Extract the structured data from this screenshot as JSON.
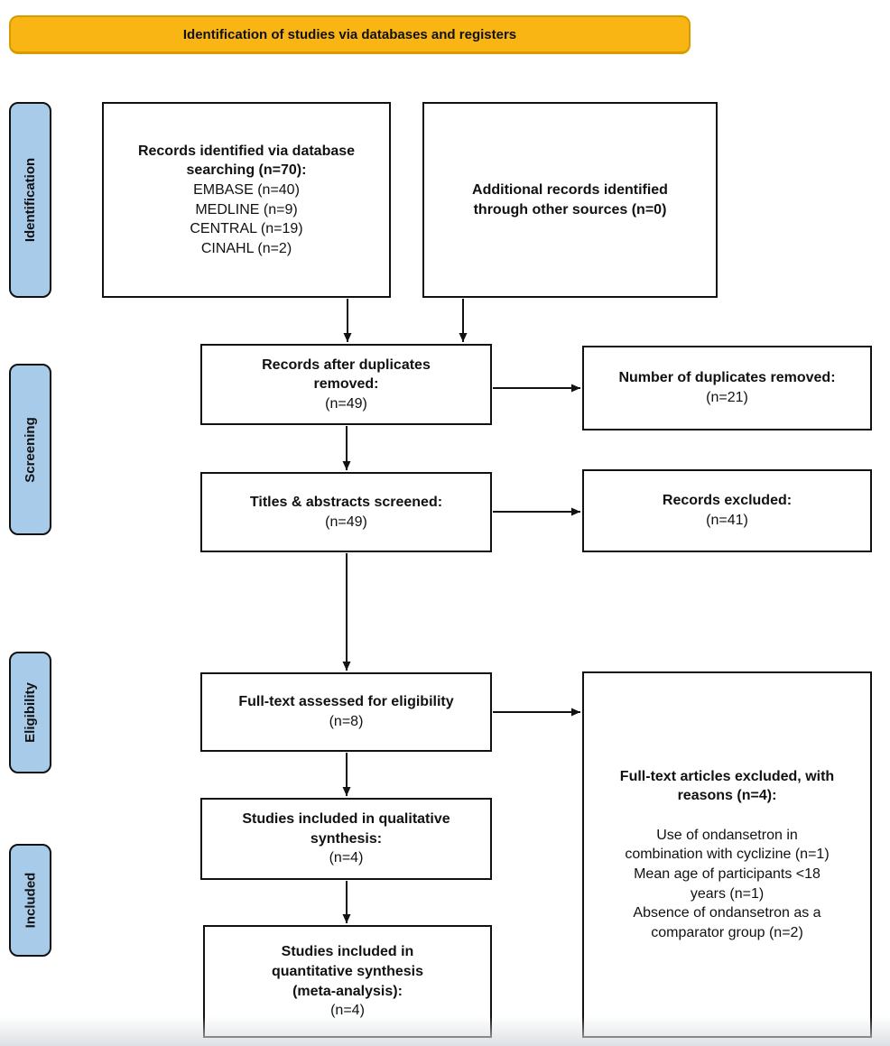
{
  "banner": {
    "label": "Identification of studies via databases and registers"
  },
  "colors": {
    "banner_bg": "#F9B513",
    "banner_border": "#D79B00",
    "stage_bg": "#A9CBEA",
    "box_border": "#111111"
  },
  "stages": [
    {
      "id": "identification",
      "label": "Identification"
    },
    {
      "id": "screening",
      "label": "Screening"
    },
    {
      "id": "eligibility",
      "label": "Eligibility"
    },
    {
      "id": "included",
      "label": "Included"
    }
  ],
  "boxes": {
    "records_identified": {
      "title": "Records identified via database\nsearching (n=70):",
      "items": [
        "EMBASE (n=40)",
        "MEDLINE (n=9)",
        "CENTRAL (n=19)",
        "CINAHL (n=2)"
      ]
    },
    "other_sources": {
      "title": "Additional records identified\nthrough other sources (n=0)"
    },
    "after_duplicates": {
      "title": "Records after duplicates\nremoved:",
      "count": "(n=49)"
    },
    "duplicates_removed": {
      "title": "Number of duplicates removed:",
      "count": "(n=21)"
    },
    "titles_screened": {
      "title": "Titles & abstracts screened:",
      "count": "(n=49)"
    },
    "records_excluded": {
      "title": "Records excluded:",
      "count": "(n=41)"
    },
    "fulltext_assessed": {
      "title": "Full-text assessed for eligibility",
      "count": "(n=8)"
    },
    "fulltext_excluded": {
      "title": "Full-text articles excluded, with\nreasons (n=4):",
      "reasons": [
        "Use of ondansetron in\ncombination with cyclizine (n=1)",
        "Mean age of participants <18\nyears (n=1)",
        "Absence of ondansetron as a\ncomparator group (n=2)"
      ]
    },
    "qualitative_synthesis": {
      "title": "Studies included in qualitative\nsynthesis:",
      "count": "(n=4)"
    },
    "quantitative_synthesis": {
      "title": "Studies included in\nquantitative synthesis\n(meta-analysis):",
      "count": "(n=4)"
    }
  }
}
